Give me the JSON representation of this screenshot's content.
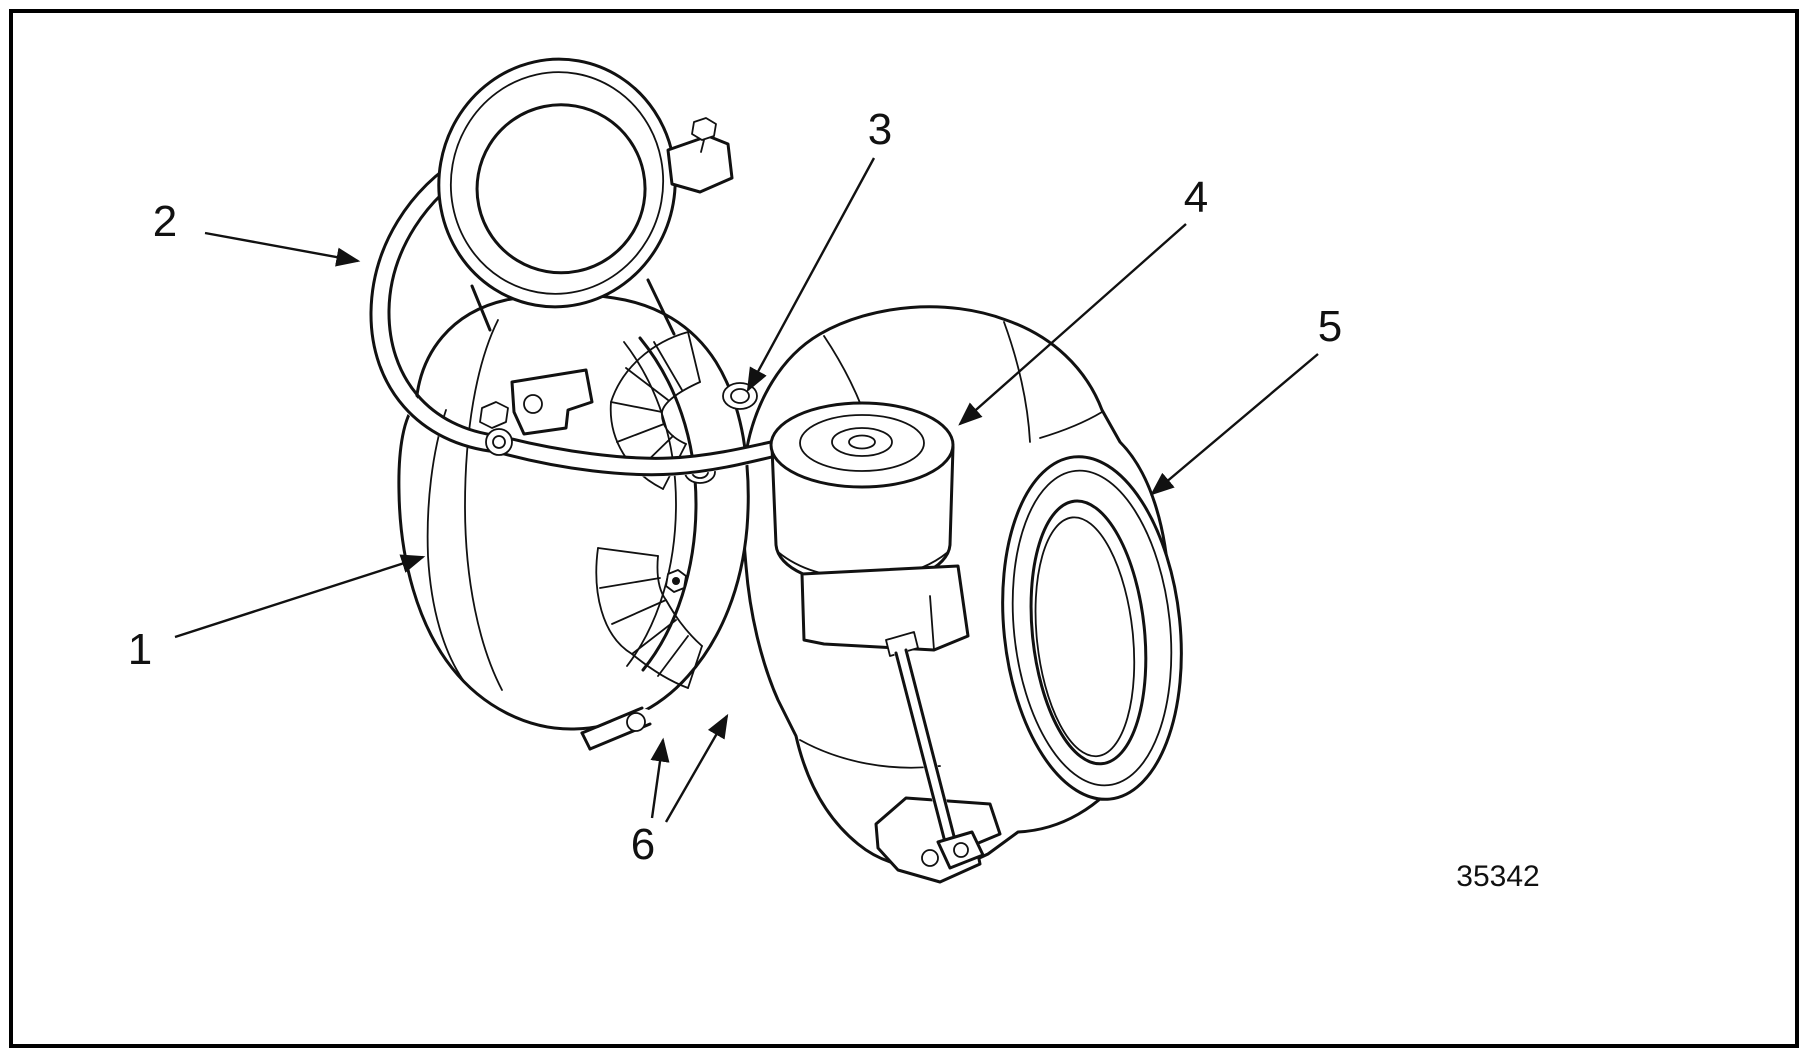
{
  "colors": {
    "line": "#111111",
    "background": "#ffffff",
    "frame": "#000000"
  },
  "callouts": [
    {
      "label": "1"
    },
    {
      "label": "2"
    },
    {
      "label": "3"
    },
    {
      "label": "4"
    },
    {
      "label": "5"
    },
    {
      "label": "6"
    }
  ],
  "figure_number": "35342"
}
